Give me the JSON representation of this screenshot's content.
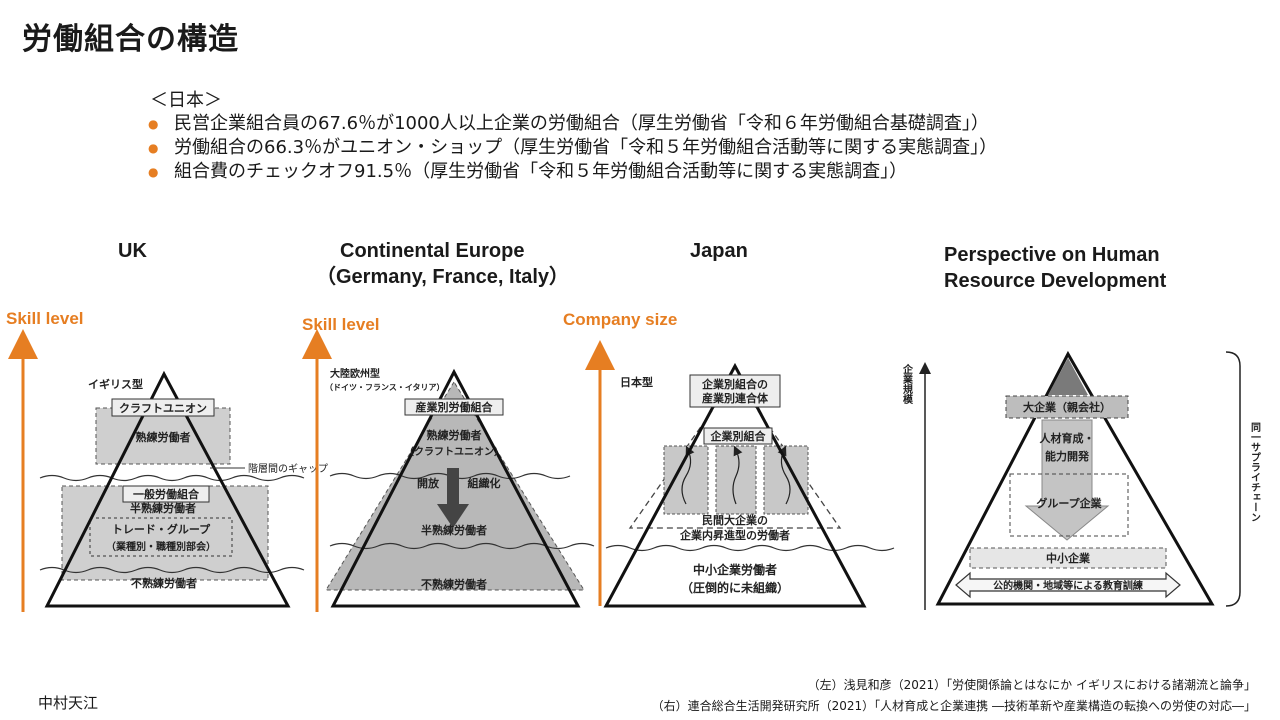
{
  "slide": {
    "title": "労働組合の構造",
    "subhead": "＜日本＞",
    "bullets": [
      "民営企業組合員の67.6％が1000人以上企業の労働組合（厚生労働省「令和６年労働組合基礎調査」）",
      "労働組合の66.3％がユニオン・ショップ（厚生労働省「令和５年労働組合活動等に関する実態調査」）",
      "組合費のチェックオフ91.5％（厚生労働省「令和５年労働組合活動等に関する実態調査」）"
    ],
    "author": "中村天江",
    "sources": [
      "（左）浅見和彦（2021）「労使関係論とはなにか イギリスにおける諸潮流と論争」",
      "（右）連合総合生活開発研究所（2021）「人材育成と企業連携 ―技術革新や産業構造の転換への労使の対応―」"
    ]
  },
  "panels": {
    "uk": {
      "title": "UK",
      "axis": "Skill level",
      "type_label": "イギリス型",
      "craft_union": "クラフトユニオン",
      "skilled": "熟練労働者",
      "gap": "階層間のギャップ",
      "general_union": "一般労働組合",
      "semi_skilled": "半熟練労働者",
      "trade_group": "トレード・グループ",
      "trade_group_sub": "（業種別・職種別部会）",
      "unskilled": "不熟練労働者"
    },
    "continental": {
      "title_line1": "Continental Europe",
      "title_line2": "（Germany, France, Italy）",
      "axis": "Skill level",
      "type_label": "大陸欧州型",
      "type_sub": "（ドイツ・フランス・イタリア）",
      "industrial_union": "産業別労働組合",
      "skilled": "熟練労働者",
      "craft_union": "（クラフトユニオン）",
      "opening": "開放",
      "organize": "組織化",
      "semi_skilled": "半熟練労働者",
      "unskilled": "不熟練労働者"
    },
    "japan": {
      "title": "Japan",
      "axis": "Company size",
      "type_label": "日本型",
      "federation_line1": "企業別組合の",
      "federation_line2": "産業別連合体",
      "enterprise_union": "企業別組合",
      "workers_line1": "民間大企業の",
      "workers_line2": "企業内昇進型の労働者",
      "sme_line1": "中小企業労働者",
      "sme_line2": "（圧倒的に未組織）"
    },
    "hrd": {
      "title_line1": "Perspective on Human",
      "title_line2": "Resource Development",
      "axis": "企業規模",
      "large_company": "大企業（親会社）",
      "training_line1": "人材育成・",
      "training_line2": "能力開発",
      "group_company": "グループ企業",
      "sme": "中小企業",
      "public_training": "公的機関・地域等による教育訓練",
      "supply_chain": "同一サプライチェーン"
    }
  },
  "colors": {
    "accent": "#e67e22",
    "shade": "#c8c8c8",
    "dark_shade": "#8a8a8a"
  }
}
